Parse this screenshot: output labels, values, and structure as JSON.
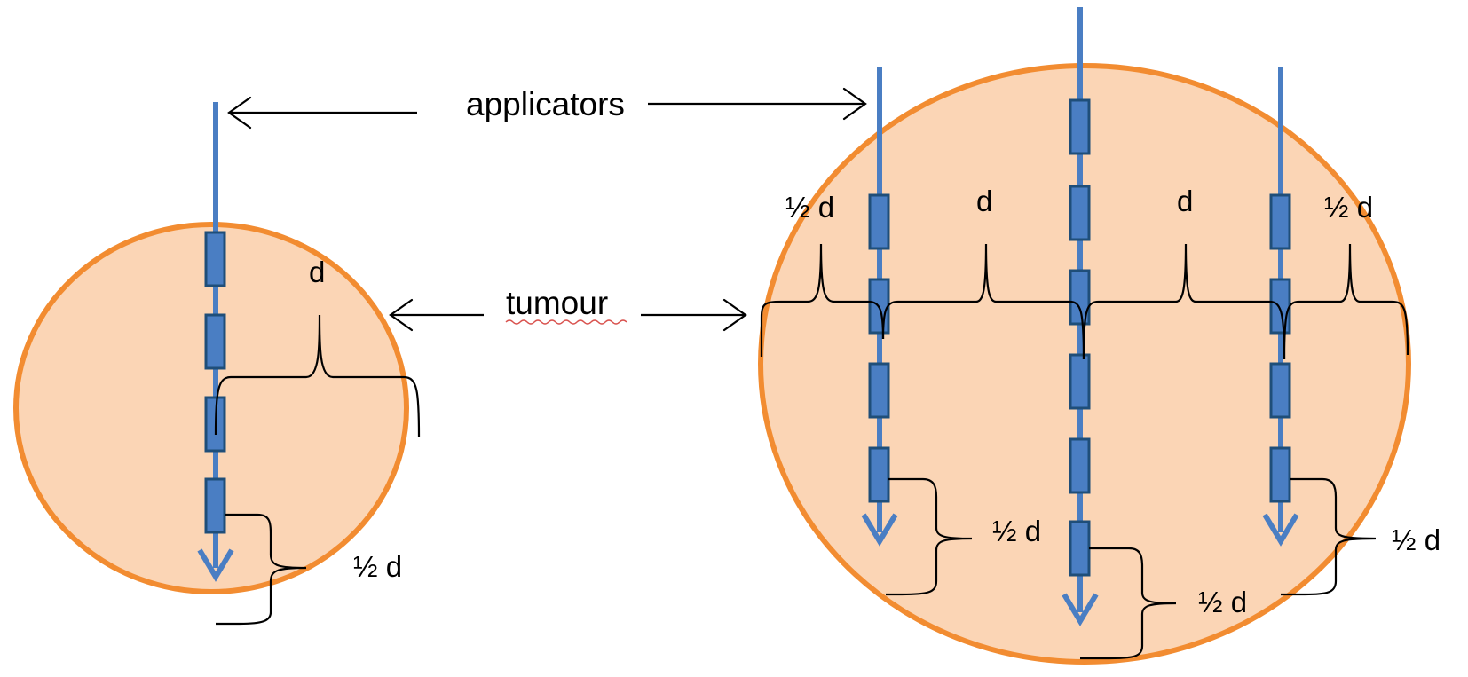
{
  "labels": {
    "applicators": "applicators",
    "tumour": "tumour",
    "d": "d",
    "half_d": "½ d"
  },
  "colors": {
    "tumour_fill": "#fbd5b5",
    "tumour_outline": "#f28c31",
    "applicator": "#4a7ec3",
    "seed_outline": "#1f4e79"
  }
}
